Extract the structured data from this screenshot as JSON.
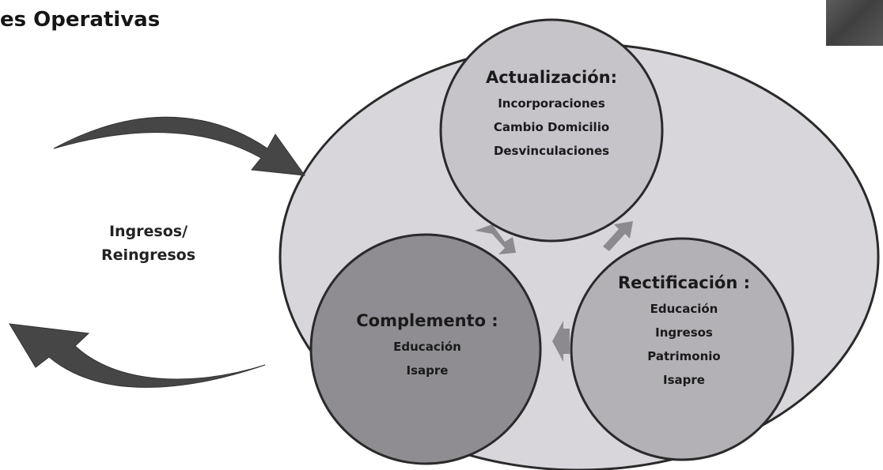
{
  "title": "es Operativas",
  "side_label": {
    "line1": "Ingresos/",
    "line2": "Reingresos"
  },
  "circles": {
    "actualizacion": {
      "heading": "Actualización:",
      "items": [
        "Incorporaciones",
        "Cambio Domicilio",
        "Desvinculaciones"
      ]
    },
    "complemento": {
      "heading": "Complemento :",
      "items": [
        "Educación",
        "Isapre"
      ]
    },
    "rectificacion": {
      "heading": "Rectificación :",
      "items": [
        "Educación",
        "Ingresos",
        "Patrimonio",
        "Isapre"
      ]
    }
  },
  "colors": {
    "ellipse_fill": "#d8d6db",
    "circle_top": "#c6c3c9",
    "circle_left": "#8f8d91",
    "circle_right": "#b4b1b6",
    "arrow_dark": "#464646",
    "arrow_small": "#8d8a8f"
  }
}
